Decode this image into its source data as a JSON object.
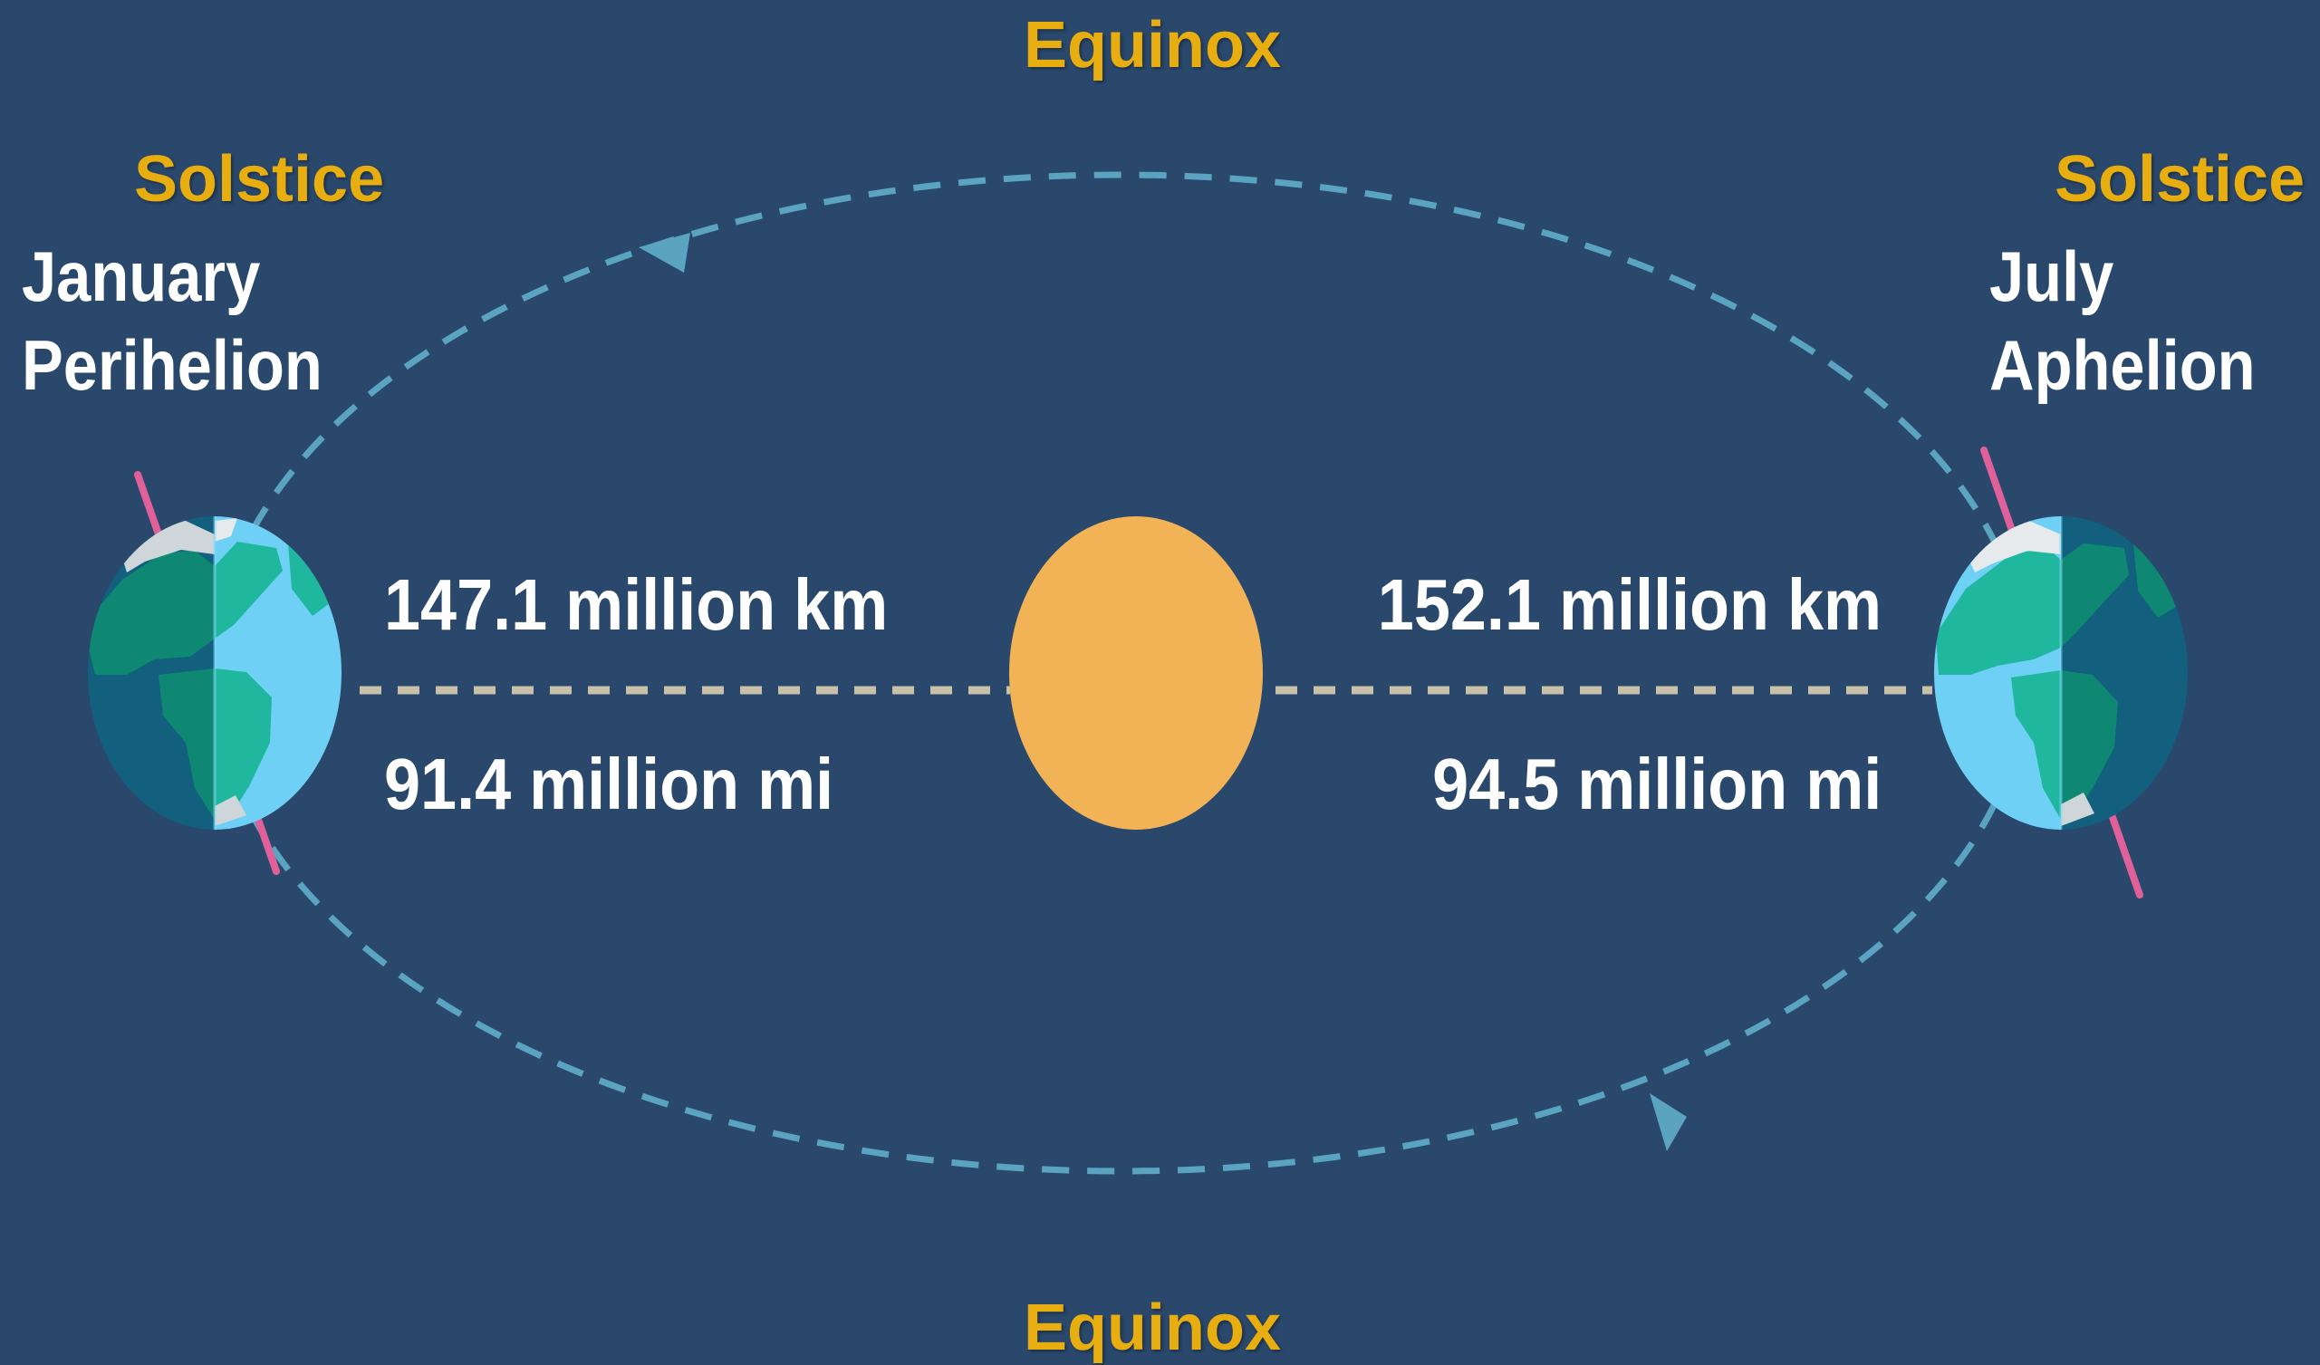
{
  "labels": {
    "equinox_top": "Equinox",
    "equinox_bottom": "Equinox",
    "solstice_left": "Solstice",
    "solstice_right": "Solstice",
    "month_left": "January",
    "point_left": "Perihelion",
    "month_right": "July",
    "point_right": "Aphelion"
  },
  "distances": {
    "perihelion_km": "147.1 million km",
    "perihelion_mi": "91.4 million mi",
    "aphelion_km": "152.1 million km",
    "aphelion_mi": "94.5 million mi"
  },
  "colors": {
    "background": "#2a486c",
    "label_gold": "#e8ae10",
    "sun": "#f2b356",
    "orbit": "#5aa4c2",
    "distance_line": "#c8c0a8",
    "axis": "#e0609a",
    "ocean_day": "#6fd0f5",
    "ocean_night": "#125f7e",
    "land_day": "#1fb79d",
    "land_night": "#0e8872",
    "ice": "#cfd6da"
  },
  "icons": {
    "sun": "sun-icon",
    "earth": "earth-icon"
  }
}
